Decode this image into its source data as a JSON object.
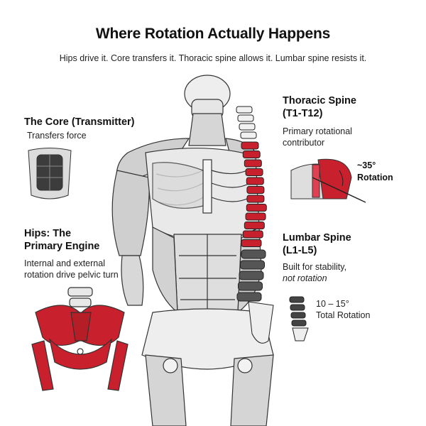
{
  "header": {
    "title": "Where Rotation Actually Happens",
    "subtitle": "Hips drive it. Core transfers it. Thoracic spine allows it. Lumbar spine resists it."
  },
  "core": {
    "heading": "The Core (Transmitter)",
    "desc": "Transfers force"
  },
  "hips": {
    "heading_line1": "Hips: The",
    "heading_line2": "Primary Engine",
    "desc_line1": "Internal and external",
    "desc_line2": "rotation drive pelvic turn"
  },
  "thoracic": {
    "heading_line1": "Thoracic Spine",
    "heading_line2": "(T1-T12)",
    "desc_line1": "Primary rotational",
    "desc_line2": "contributor",
    "rotation_value": "~35°",
    "rotation_label": "Rotation"
  },
  "lumbar": {
    "heading_line1": "Lumbar Spine",
    "heading_line2": "(L1-L5)",
    "desc_line1": "Built for stability,",
    "desc_line2": "not rotation",
    "rotation_value": "10 – 15°",
    "rotation_label": "Total Rotation"
  },
  "colors": {
    "accent_red": "#c8202c",
    "bone": "#f2f2f2",
    "dark_bone": "#555555",
    "muscle": "#d9d9d9"
  }
}
